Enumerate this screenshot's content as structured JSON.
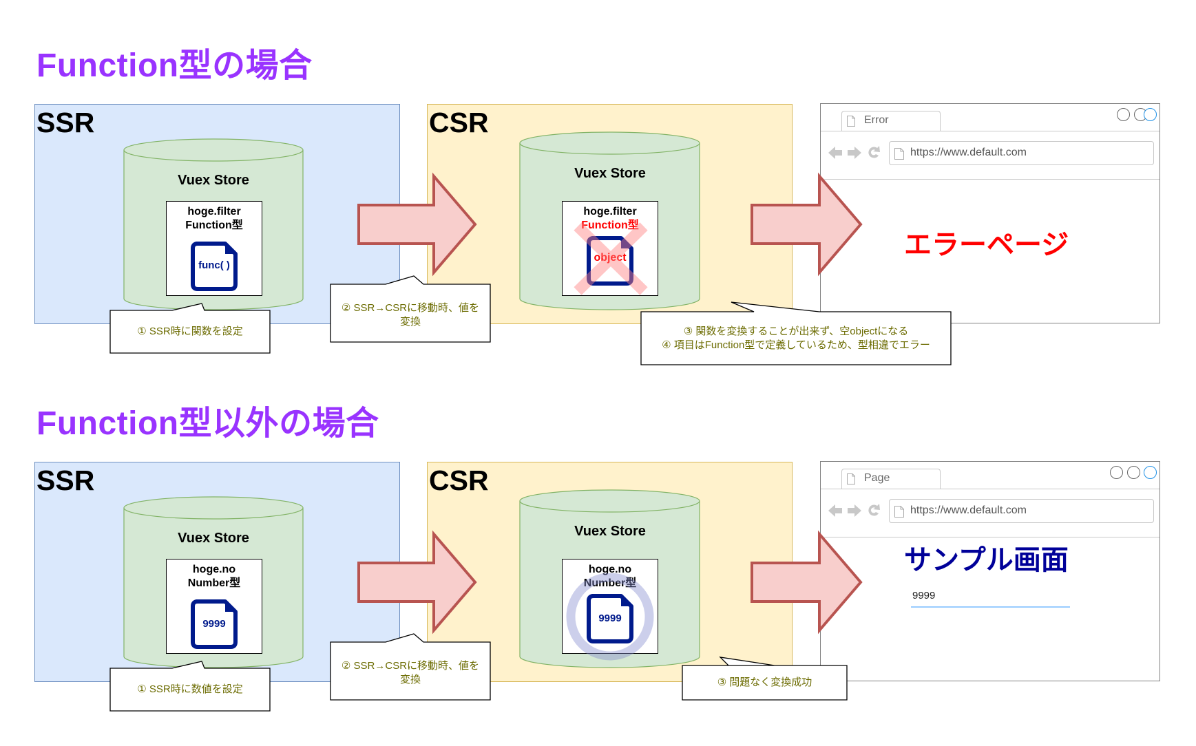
{
  "sections": [
    {
      "title": "Function型の場合",
      "ssr": {
        "label": "SSR",
        "store_label": "Vuex Store",
        "item_key": "hoge.filter",
        "item_type": "Function型",
        "doc_text": "func( )",
        "callout": "① SSR時に関数を設定"
      },
      "transfer_callout": [
        "② SSR→CSRに移動時、値を",
        "変換"
      ],
      "csr": {
        "label": "CSR",
        "store_label": "Vuex Store",
        "item_key": "hoge.filter",
        "item_type": "Function型",
        "doc_text": "object",
        "status_mark": "x-mark",
        "callout": [
          "③ 関数を変換することが出来ず、空objectになる",
          "④ 項目はFunction型で定義しているため、型相違でエラー"
        ]
      },
      "browser": {
        "tab_title": "Error",
        "url": "https://www.default.com",
        "page_text": "エラーページ",
        "page_text_color": "#FF0000"
      }
    },
    {
      "title": "Function型以外の場合",
      "ssr": {
        "label": "SSR",
        "store_label": "Vuex Store",
        "item_key": "hoge.no",
        "item_type": "Number型",
        "doc_text": "9999",
        "callout": "① SSR時に数値を設定"
      },
      "transfer_callout": [
        "② SSR→CSRに移動時、値を",
        "変換"
      ],
      "csr": {
        "label": "CSR",
        "store_label": "Vuex Store",
        "item_key": "hoge.no",
        "item_type": "Number型",
        "doc_text": "9999",
        "status_mark": "circle-mark",
        "callout": [
          "③ 問題なく変換成功"
        ]
      },
      "browser": {
        "tab_title": "Page",
        "url": "https://www.default.com",
        "page_text": "サンプル画面",
        "page_text_color": "#000099",
        "input_value": "9999"
      }
    }
  ],
  "colors": {
    "title": "#9933FF",
    "ssr_fill": "#DAE8FC",
    "csr_fill": "#FFF2CC",
    "store_fill": "#D5E8D4",
    "arrow_fill": "#F8CECC",
    "arrow_stroke": "#B85450",
    "doc_icon": "#001A8C",
    "callout_text": "#6B6B00"
  }
}
